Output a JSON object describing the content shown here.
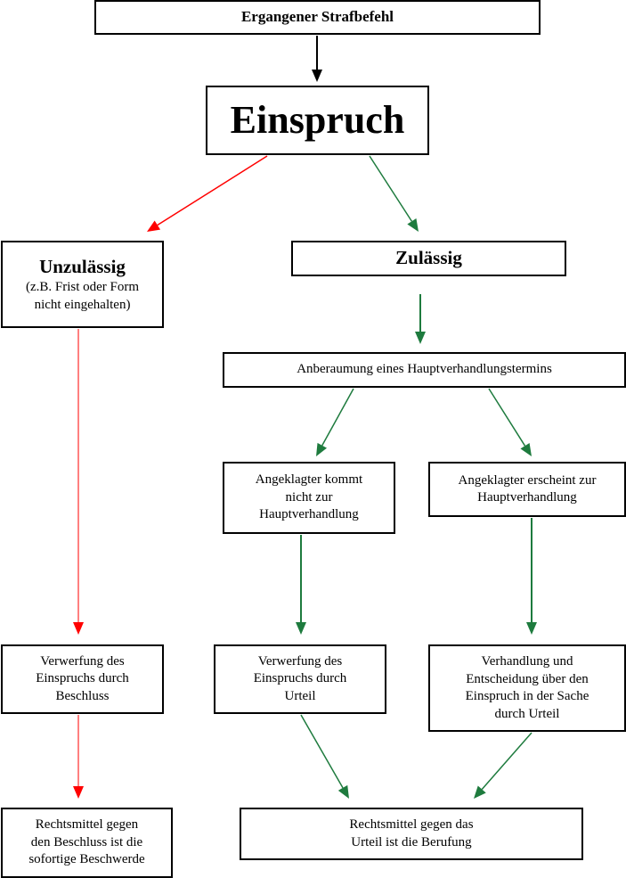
{
  "colors": {
    "black": "#000000",
    "red": "#ff0000",
    "green": "#1e7b3e"
  },
  "nodes": {
    "start": {
      "lines": [
        "Ergangener Strafbefehl"
      ]
    },
    "einspruch": {
      "lines": [
        "Einspruch"
      ]
    },
    "unzulaessig": {
      "title": "Unzulässig",
      "lines": [
        "(z.B. Frist oder Form",
        "nicht eingehalten)"
      ]
    },
    "zulaessig": {
      "lines": [
        "Zulässig"
      ]
    },
    "anberaumung": {
      "lines": [
        "Anberaumung eines Hauptverhandlungstermins"
      ]
    },
    "nicht_erschienen": {
      "lines": [
        "Angeklagter kommt",
        "nicht zur",
        "Hauptverhandlung"
      ]
    },
    "erscheint": {
      "lines": [
        "Angeklagter erscheint zur",
        "Hauptverhandlung"
      ]
    },
    "verwerfung_beschluss": {
      "lines": [
        "Verwerfung des",
        "Einspruchs durch",
        "Beschluss"
      ]
    },
    "verwerfung_urteil": {
      "lines": [
        "Verwerfung des",
        "Einspruchs durch",
        "Urteil"
      ]
    },
    "verhandlung": {
      "lines": [
        "Verhandlung und",
        "Entscheidung über den",
        "Einspruch in der Sache",
        "durch Urteil"
      ]
    },
    "beschwerde": {
      "lines": [
        "Rechtsmittel gegen",
        "den Beschluss ist die",
        "sofortige Beschwerde"
      ]
    },
    "berufung": {
      "lines": [
        "Rechtsmittel gegen das",
        "Urteil ist die Berufung"
      ]
    }
  },
  "edges": [
    {
      "from": "start",
      "to": "einspruch",
      "color": "black"
    },
    {
      "from": "einspruch",
      "to": "unzulaessig",
      "color": "red"
    },
    {
      "from": "einspruch",
      "to": "zulaessig",
      "color": "green"
    },
    {
      "from": "zulaessig",
      "to": "anberaumung",
      "color": "green"
    },
    {
      "from": "anberaumung",
      "to": "nicht_erschienen",
      "color": "green"
    },
    {
      "from": "anberaumung",
      "to": "erscheint",
      "color": "green"
    },
    {
      "from": "unzulaessig",
      "to": "verwerfung_beschluss",
      "color": "red"
    },
    {
      "from": "nicht_erschienen",
      "to": "verwerfung_urteil",
      "color": "green"
    },
    {
      "from": "erscheint",
      "to": "verhandlung",
      "color": "green"
    },
    {
      "from": "verwerfung_beschluss",
      "to": "beschwerde",
      "color": "red"
    },
    {
      "from": "verwerfung_urteil",
      "to": "berufung",
      "color": "green"
    },
    {
      "from": "verhandlung",
      "to": "berufung",
      "color": "green"
    }
  ]
}
